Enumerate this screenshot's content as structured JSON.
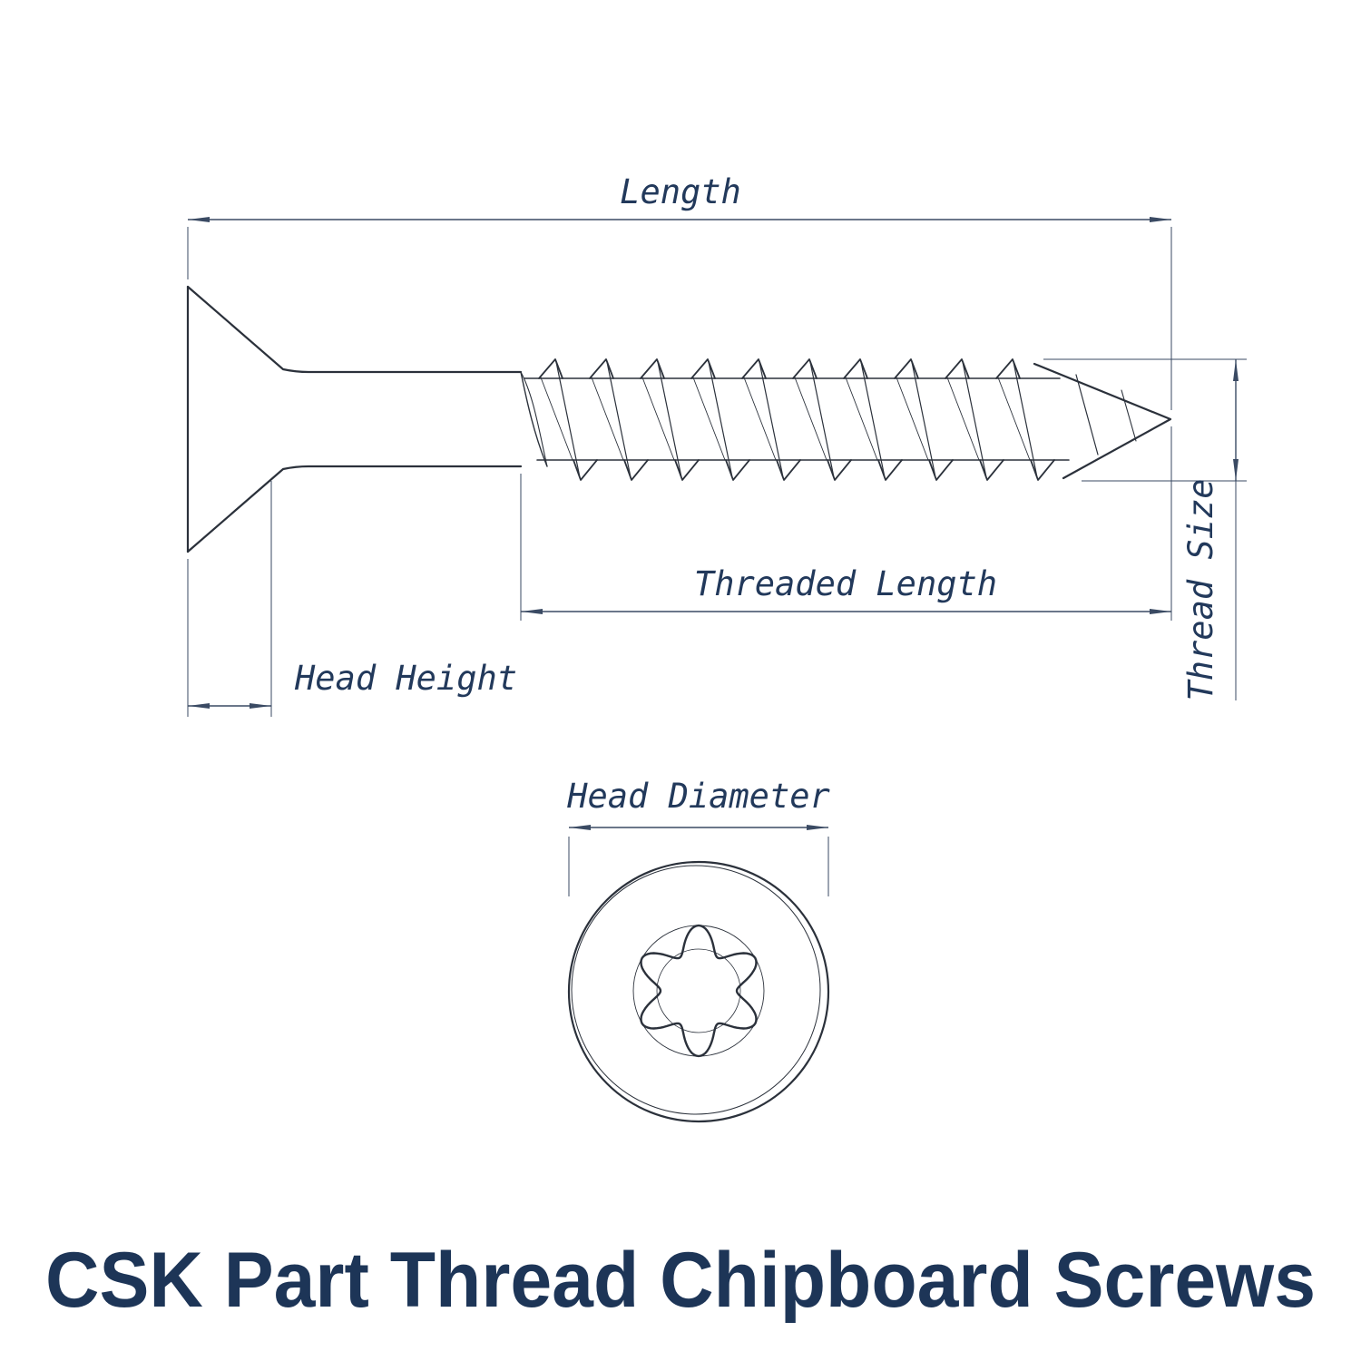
{
  "title": "CSK Part Thread Chipboard Screws",
  "labels": {
    "length": "Length",
    "threaded_length": "Threaded Length",
    "head_height": "Head Height",
    "thread_size": "Thread Size",
    "head_diameter": "Head Diameter"
  },
  "views": {
    "side_view": "countersunk part-thread screw side profile with torx drive",
    "front_view": "screw head front view with 6-lobe torx recess"
  },
  "colors": {
    "line": "#2b313b",
    "dimension": "#3a4a63",
    "label": "#22395b",
    "title": "#1d3557"
  }
}
